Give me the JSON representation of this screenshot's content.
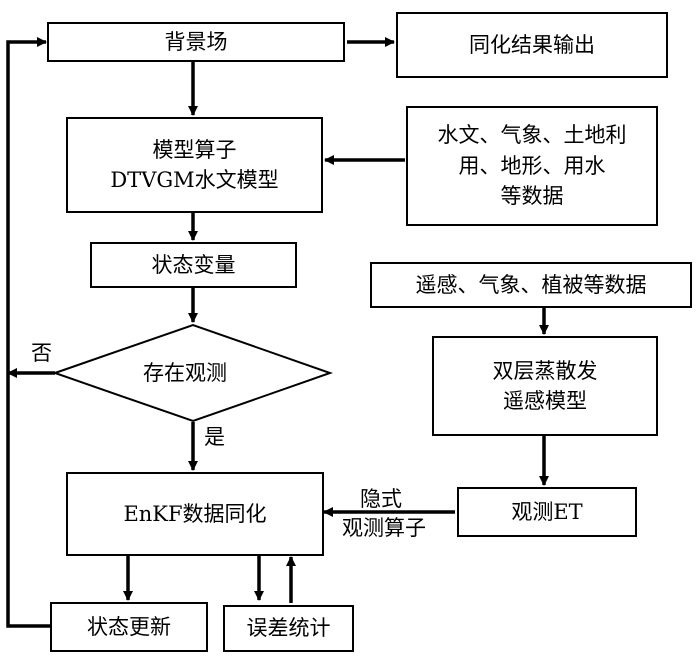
{
  "nodes": {
    "background_field": "背景场",
    "assimilation_output": "同化结果输出",
    "model_operator_line1": "模型算子",
    "model_operator_line2": "DTVGM水文模型",
    "hydro_data_line1": "水文、气象、土地利",
    "hydro_data_line2": "用、地形、用水",
    "hydro_data_line3": "等数据",
    "state_variable": "状态变量",
    "observation_exists": "存在观测",
    "rs_data": "遥感、气象、植被等数据",
    "two_layer_line1": "双层蒸散发",
    "two_layer_line2": "遥感模型",
    "enkf": "EnKF数据同化",
    "observed_et": "观测ET",
    "state_update": "状态更新",
    "error_stats": "误差统计"
  },
  "edge_labels": {
    "no": "否",
    "yes": "是",
    "implicit_line1": "隐式",
    "implicit_line2": "观测算子"
  }
}
